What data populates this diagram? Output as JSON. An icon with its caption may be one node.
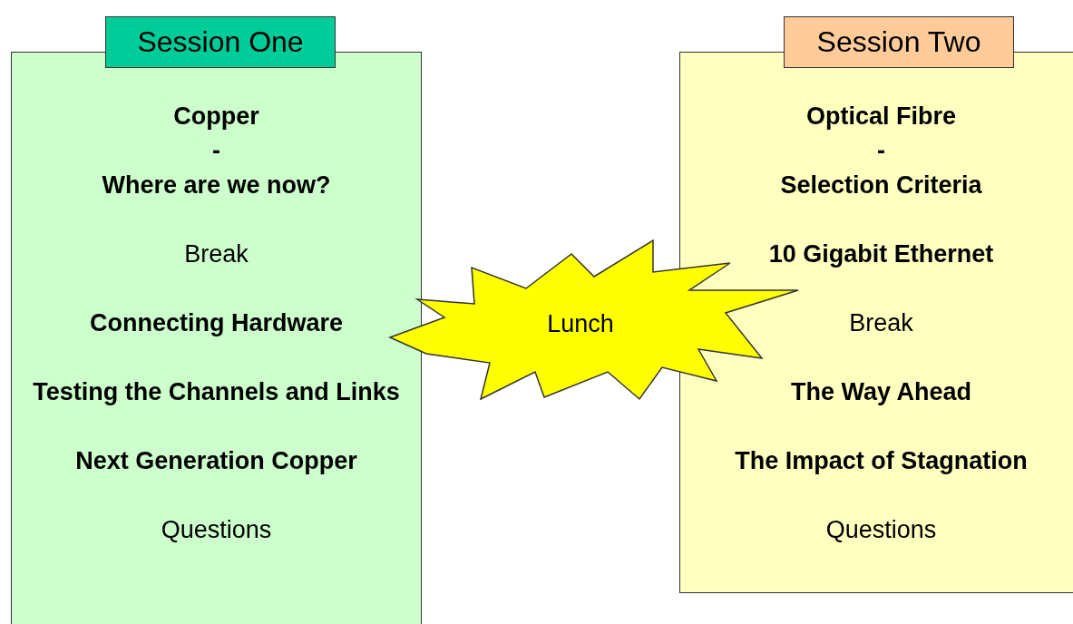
{
  "diagram": {
    "nodes": [
      {
        "text": [
          "Session One"
        ]
      },
      {
        "text": [
          "**Copper**",
          "**-**",
          "**Where are we now?**",
          "Break",
          "**Connecting Hardware**",
          "**Testing the Channels and Links**",
          "**Next Generation Copper**",
          "Questions"
        ]
      },
      {
        "text": [
          "Session Two"
        ]
      },
      {
        "text": [
          "**Optical Fibre**",
          "**-**",
          "**Selection Criteria**",
          "**10 Gigabit Ethernet**",
          "Break",
          "**The Way Ahead**",
          "**The Impact of Stagnation**",
          "Questions"
        ]
      },
      {
        "text": [
          "Lunch"
        ]
      }
    ],
    "edges": []
  }
}
